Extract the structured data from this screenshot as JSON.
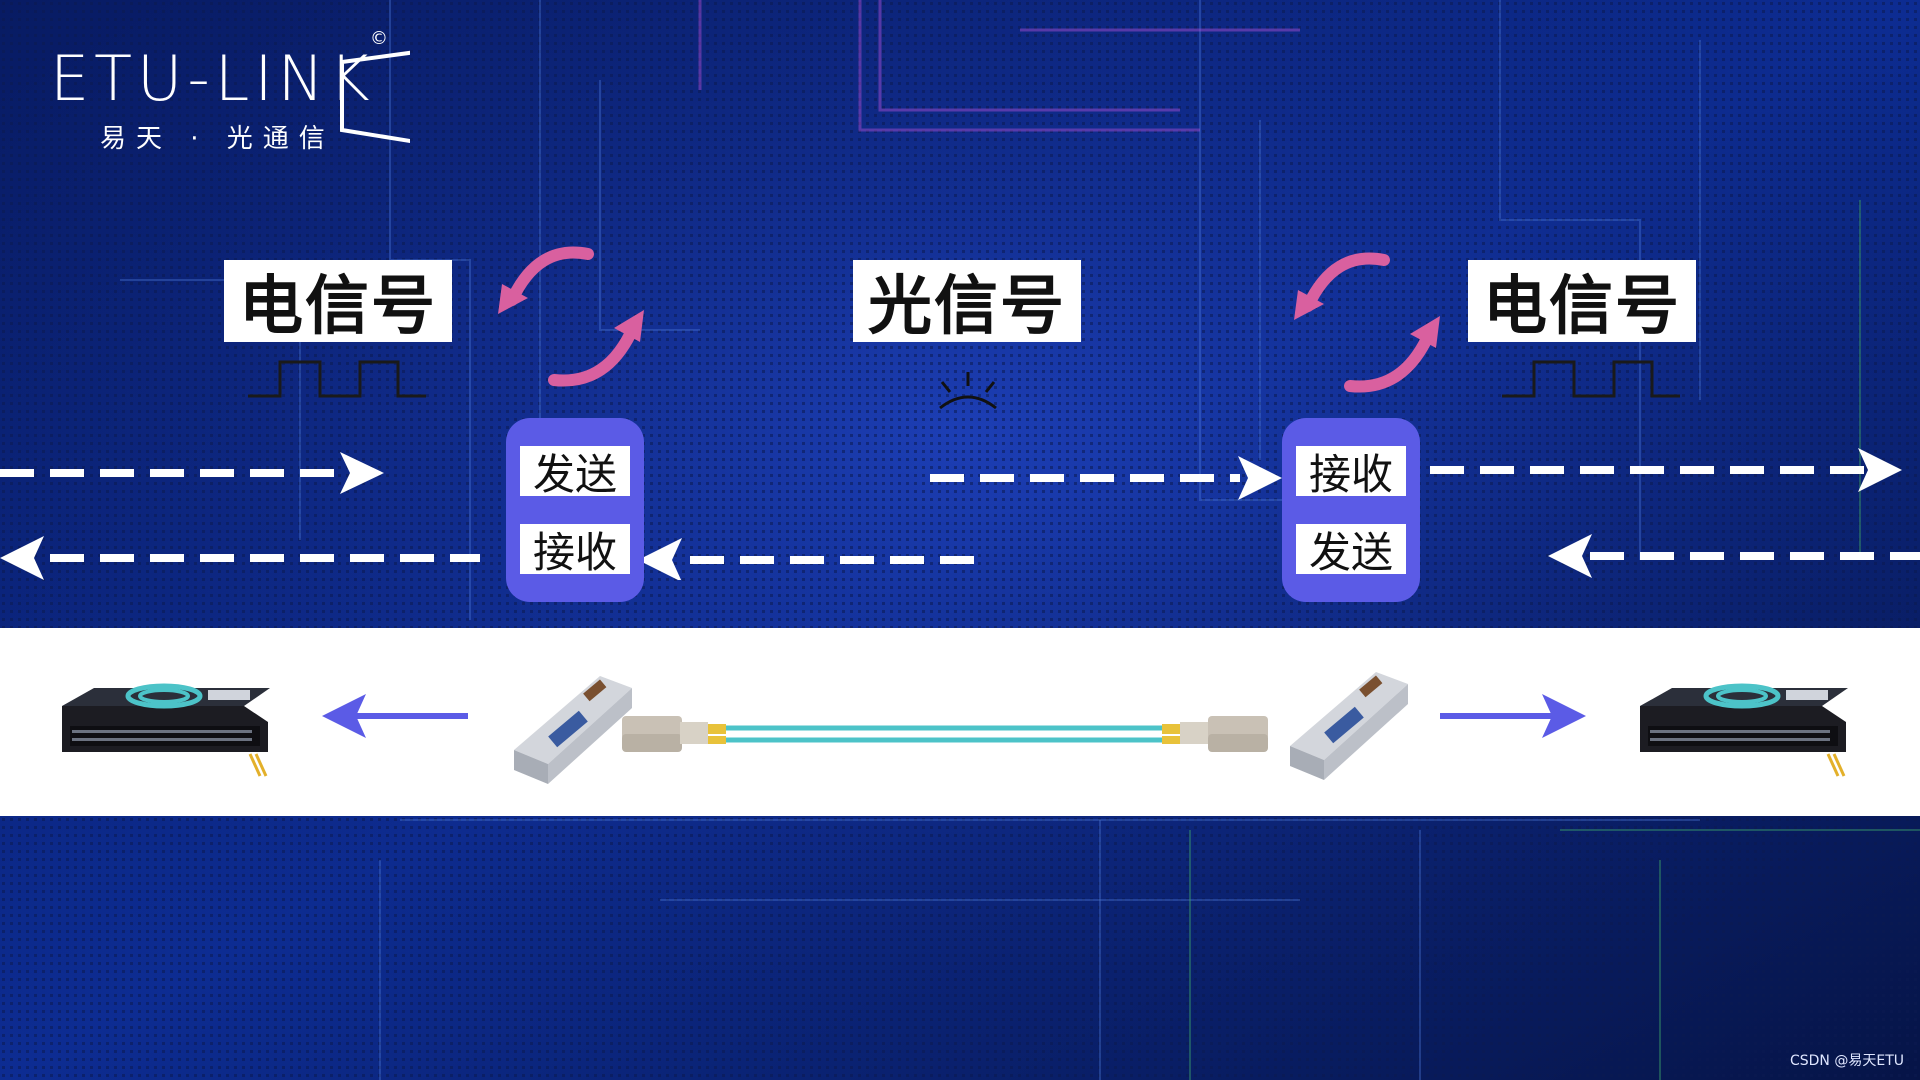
{
  "logo": {
    "brand": "ETU-LINK",
    "copyright": "©",
    "subtitle": "易天 · 光通信"
  },
  "signals": {
    "left_electric": "电信号",
    "optical": "光信号",
    "right_electric": "电信号"
  },
  "left_module": {
    "top_label": "发送",
    "bottom_label": "接收"
  },
  "right_module": {
    "top_label": "接收",
    "bottom_label": "发送"
  },
  "watermark": "CSDN @易天ETU",
  "colors": {
    "background_dark": "#071548",
    "background_mid": "#0d2a8a",
    "pill": "#5b5be6",
    "arc_arrow": "#d9609f",
    "blue_arrow": "#5b5be6",
    "fiber": "#4cc3c8",
    "white_band": "#ffffff"
  },
  "icons": {
    "left_device": "network-switch-icon",
    "left_transceiver": "sfp-transceiver-icon",
    "fiber": "fiber-patch-cable-icon",
    "right_transceiver": "sfp-transceiver-icon",
    "right_device": "network-switch-icon",
    "light_glow": "light-glow-icon",
    "square_wave": "square-wave-icon"
  }
}
